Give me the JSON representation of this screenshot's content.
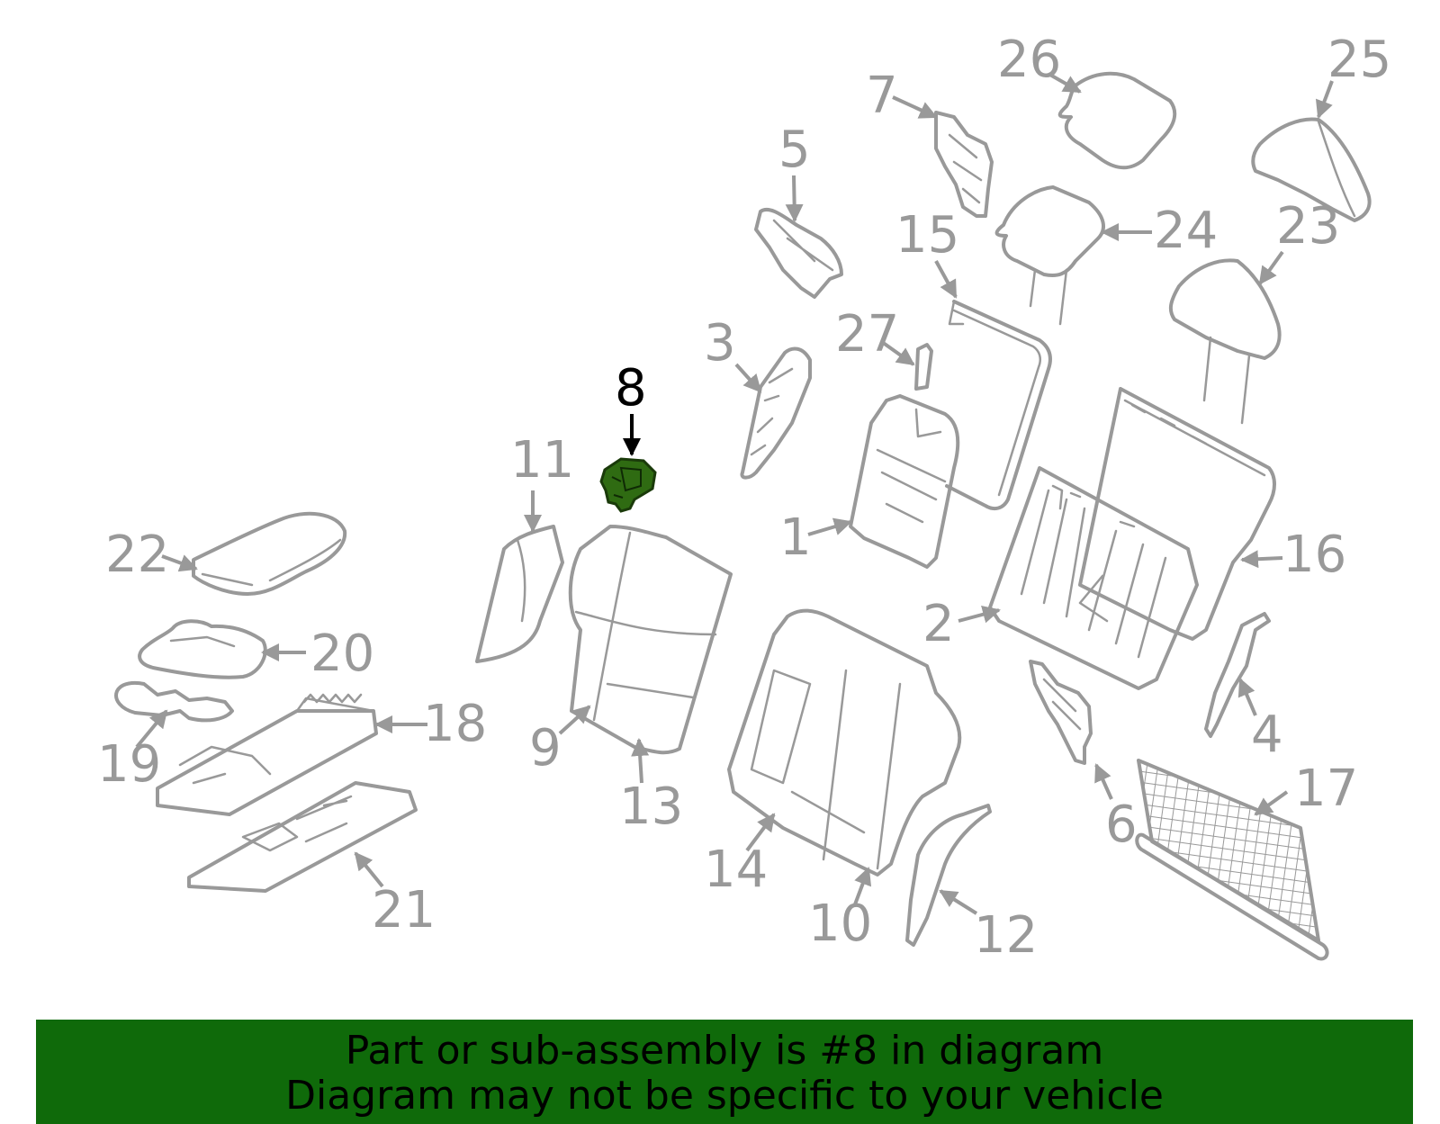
{
  "diagram": {
    "highlighted_part": "8",
    "highlight_color": "#2f6b12",
    "callouts": [
      "1",
      "2",
      "3",
      "4",
      "5",
      "6",
      "7",
      "8",
      "9",
      "10",
      "11",
      "12",
      "13",
      "14",
      "15",
      "16",
      "17",
      "18",
      "19",
      "20",
      "21",
      "22",
      "23",
      "24",
      "25",
      "26",
      "27"
    ]
  },
  "banner": {
    "line1": "Part or sub-assembly is #8 in diagram",
    "line2": "Diagram may not be specific to your vehicle",
    "background": "#0f6a0a"
  }
}
